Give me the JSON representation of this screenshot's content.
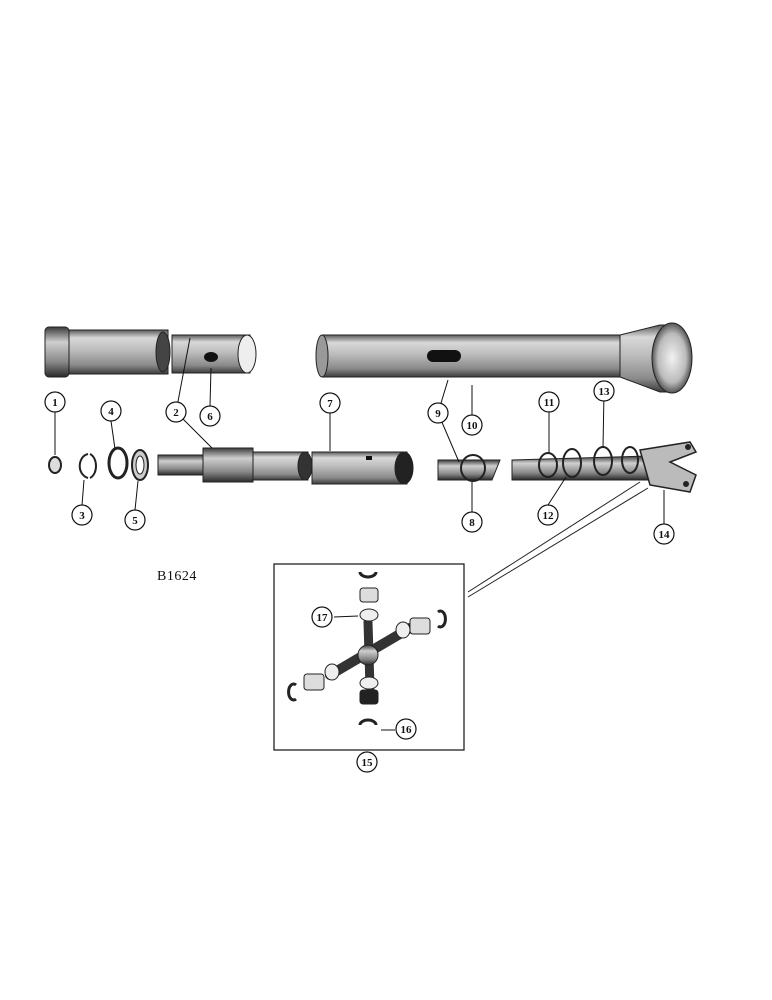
{
  "figure_code": "B1624",
  "callouts": [
    "1",
    "2",
    "3",
    "4",
    "5",
    "6",
    "7",
    "8",
    "9",
    "10",
    "11",
    "12",
    "13",
    "14",
    "15",
    "16",
    "17"
  ]
}
